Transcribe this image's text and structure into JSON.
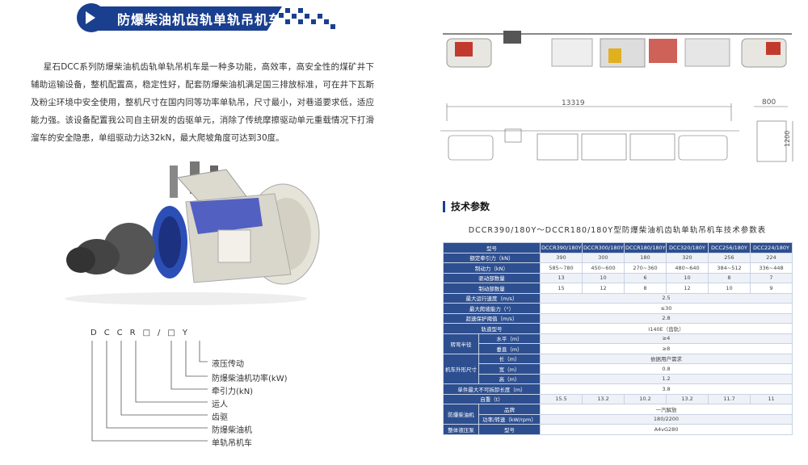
{
  "banner": {
    "title": "防爆柴油机齿轨单轨吊机车"
  },
  "description": "星石DCC系列防爆柴油机齿轨单轨吊机车是一种多功能，高效率，高安全性的煤矿井下辅助运输设备，整机配置高，稳定性好，配套防爆柴油机满足国三排放标准，可在井下瓦斯及粉尘环境中安全使用，整机尺寸在国内同等功率单轨吊，尺寸最小，对巷道要求低，适应能力强。该设备配置我公司自主研发的齿驱单元，消除了传统摩擦驱动单元重载情况下打滑溜车的安全隐患，单组驱动力达32kN，最大爬坡角度可达到30度。",
  "model_code": "DCCR□/□Y",
  "legend": [
    "液压传动",
    "防爆柴油机功率(kW)",
    "牵引力(kN)",
    "运人",
    "齿驱",
    "防爆柴油机",
    "单轨吊机车"
  ],
  "drawing": {
    "length": "13319",
    "width": "800",
    "height": "1200"
  },
  "section_title": "技术参数",
  "table_caption": "DCCR390/180Y～DCCR180/180Y型防爆柴油机齿轨单轨吊机车技术参数表",
  "table": {
    "header": [
      "型号",
      "DCCR390/180Y",
      "DCCR300/180Y",
      "DCCR180/180Y",
      "DCC320/180Y",
      "DCC256/180Y",
      "DCC224/180Y"
    ],
    "rows": [
      [
        "额定牵引力（kN）",
        "390",
        "300",
        "180",
        "320",
        "256",
        "224"
      ],
      [
        "制动力（kN）",
        "585~780",
        "450~600",
        "270~360",
        "480~640",
        "384~512",
        "336~448"
      ],
      [
        "驱动部数量",
        "13",
        "10",
        "6",
        "10",
        "8",
        "7"
      ],
      [
        "制动部数量",
        "15",
        "12",
        "8",
        "12",
        "10",
        "9"
      ]
    ],
    "common": [
      [
        "最大运行速度（m/s）",
        "2.5"
      ],
      [
        "最大爬坡能力（°）",
        "≤30"
      ],
      [
        "超速保护阈值（m/s）",
        "2.8"
      ],
      [
        "轨道型号",
        "I140E（齿轨）"
      ]
    ],
    "turn_label": "转弯半径",
    "turn": [
      [
        "水平（m）",
        "≥4"
      ],
      [
        "垂直（m）",
        "≥8"
      ]
    ],
    "dim_label": "机车外形尺寸",
    "dims_label": "依据用户需求",
    "dims": [
      [
        "长（m）",
        ""
      ],
      [
        "宽（m）",
        "0.8"
      ],
      [
        "高（m）",
        "1.2"
      ]
    ],
    "single_unit": [
      "单件最大不可拆卸长度（m）",
      "3.8"
    ],
    "weight": [
      "自重（t）",
      "15.5",
      "13.2",
      "10.2",
      "13.2",
      "11.7",
      "11"
    ],
    "engine_label": "防爆柴油机",
    "engine": [
      [
        "品牌",
        "一汽解放"
      ],
      [
        "功率/转速（kW/rpm）",
        "180/2200"
      ]
    ],
    "pump_label": "整体液压泵",
    "pump": [
      "型号",
      "A4vG280"
    ]
  }
}
